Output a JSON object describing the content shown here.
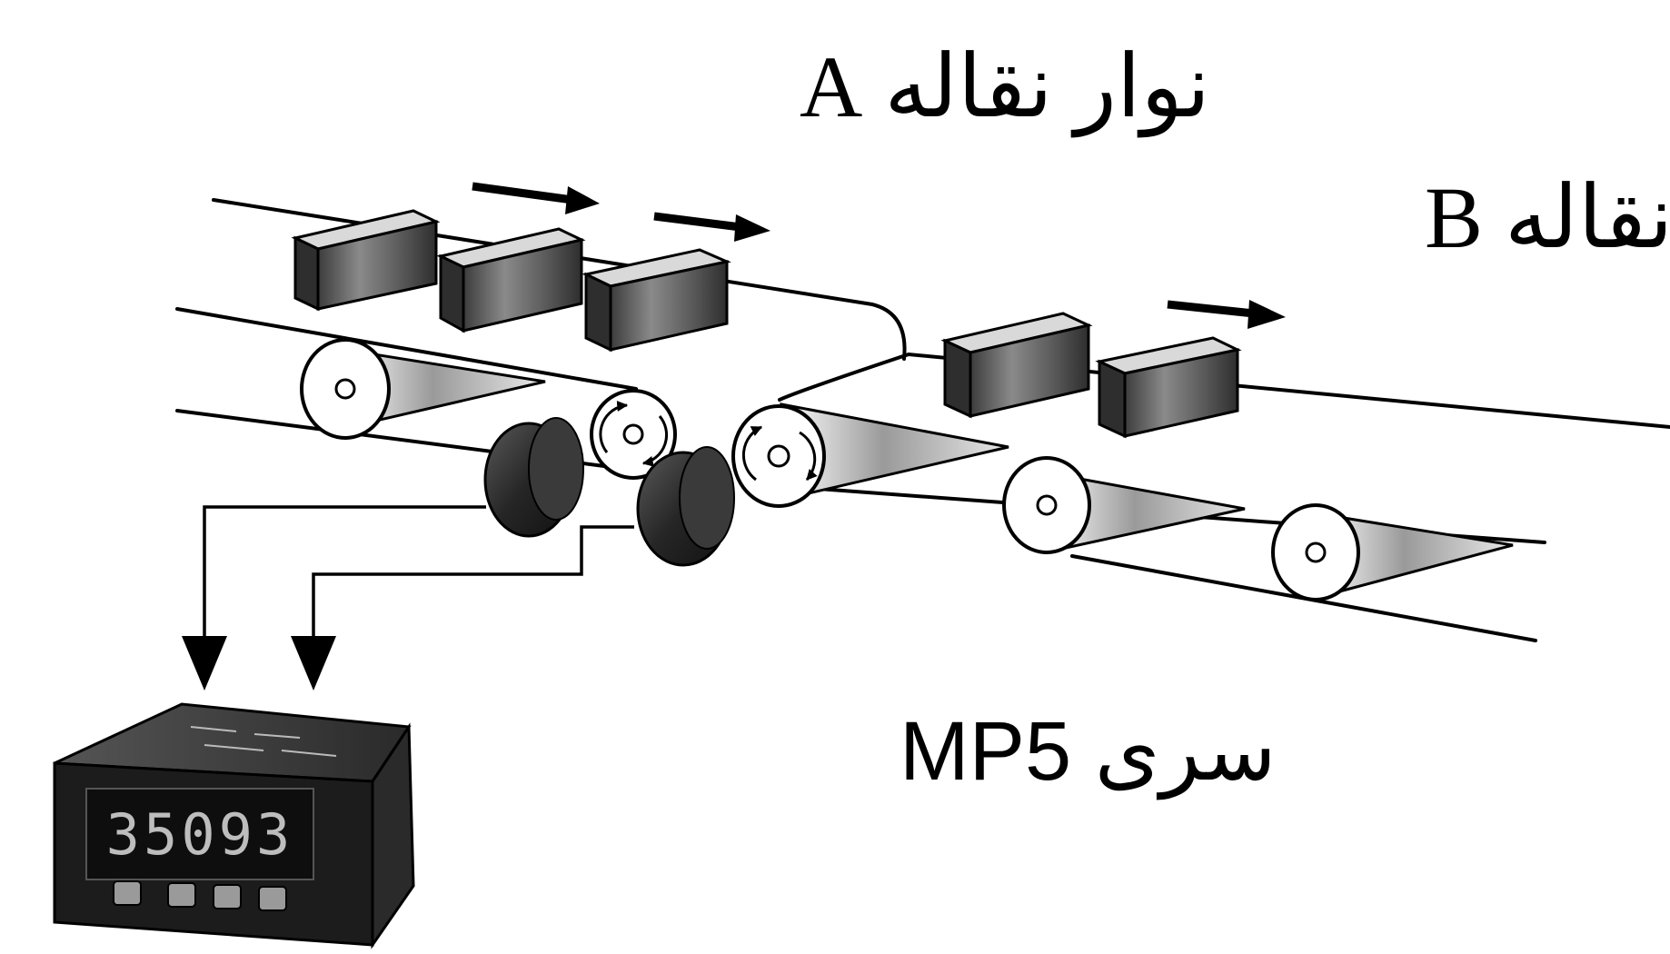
{
  "labels": {
    "conveyor_a": "نوار نقاله A",
    "conveyor_b": "نوار نقاله B",
    "series": "سری MP5"
  },
  "display": {
    "readout": "35093"
  },
  "colors": {
    "line": "#000000",
    "box_top": "#d9d9d9",
    "box_front": "#5a5a5a",
    "box_side": "#3a3a3a",
    "sensor_body": "#262626",
    "meter_body": "#1c1c1c",
    "meter_screen": "#0e0e0e",
    "meter_digits": "#bdbdbd"
  },
  "icons": {
    "direction_arrow": "right-arrow-icon",
    "rotation": "rotation-icon",
    "signal_arrow": "down-arrow-icon"
  }
}
